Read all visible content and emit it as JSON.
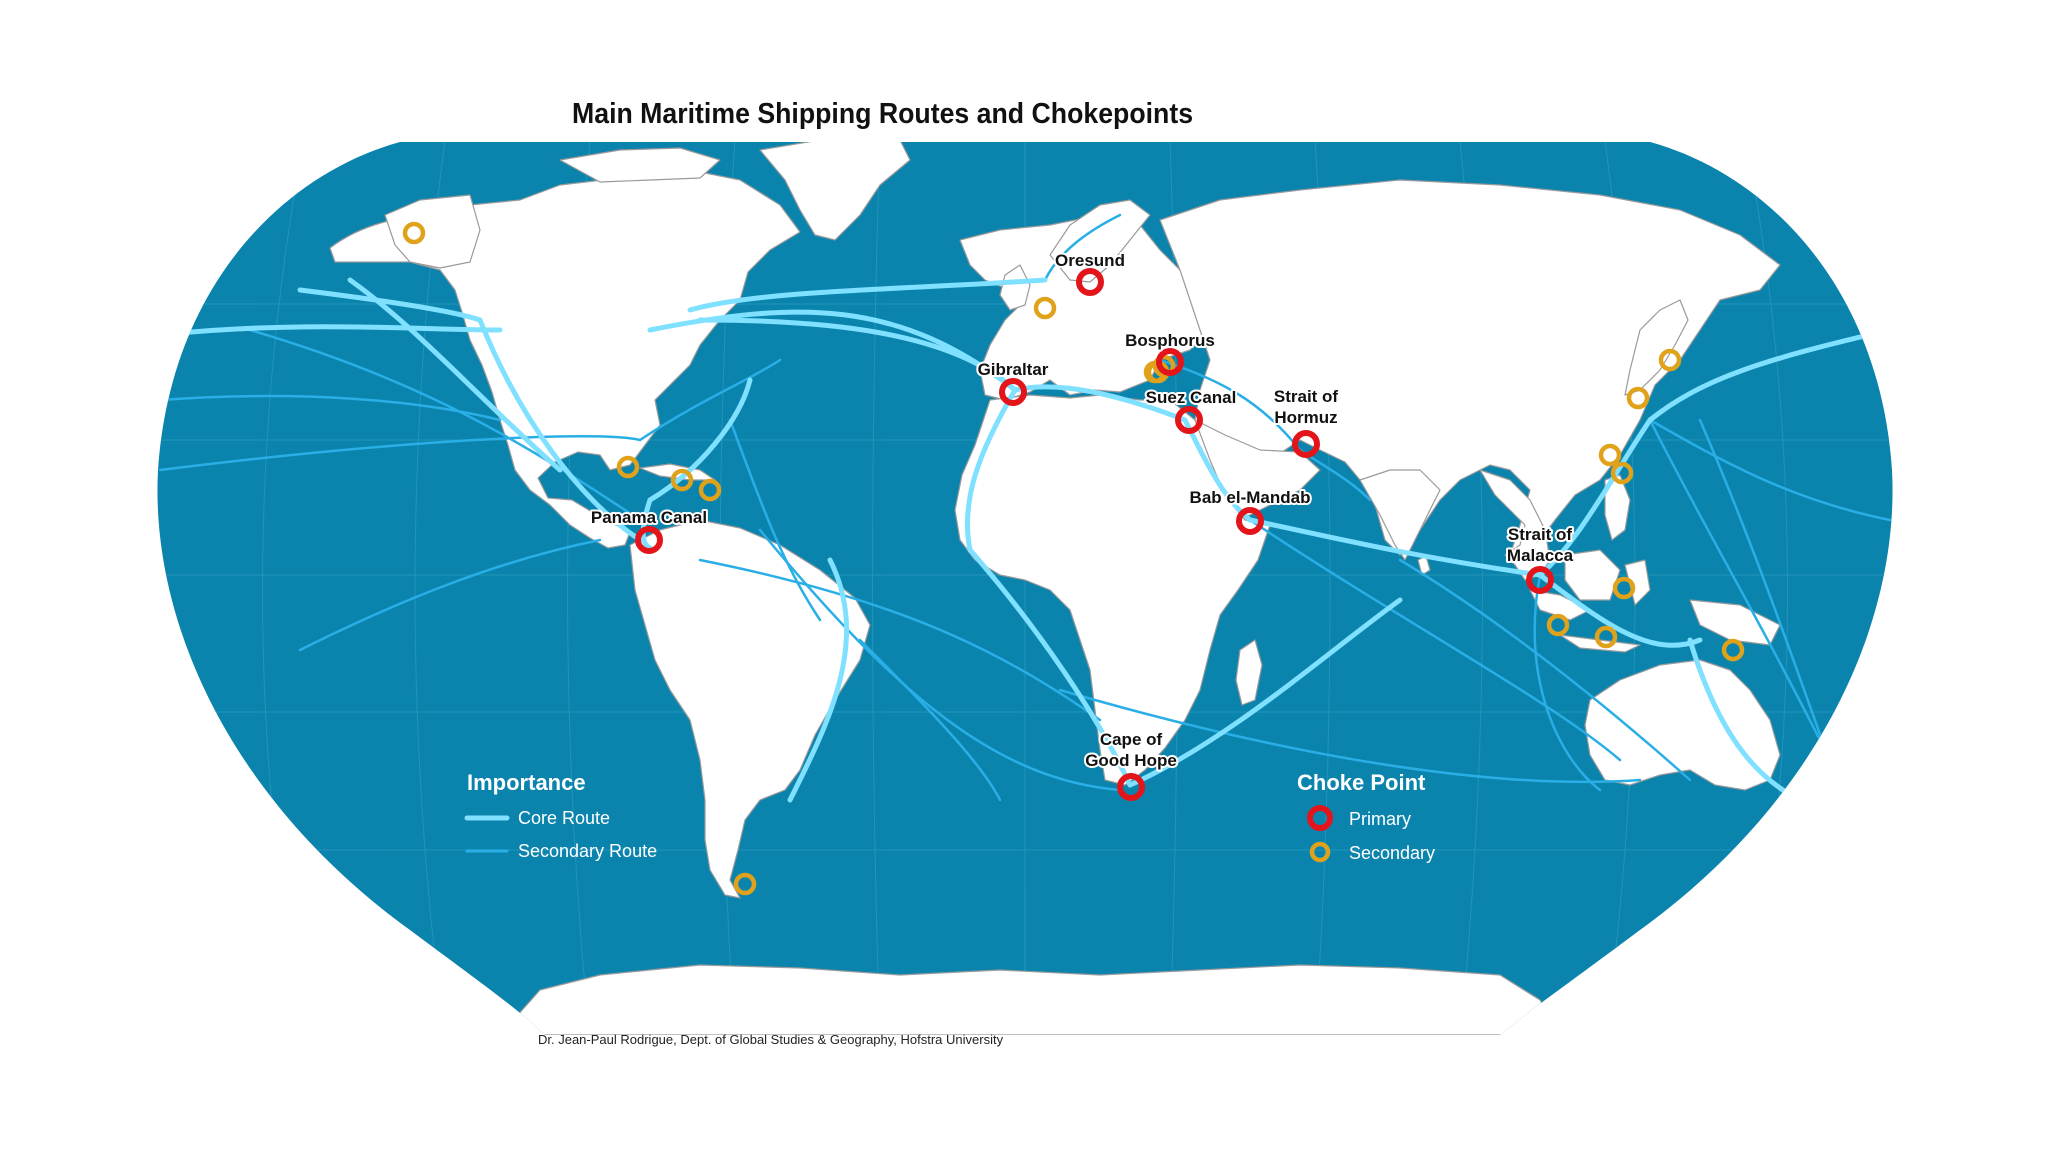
{
  "title": "Main Maritime Shipping Routes and Chokepoints",
  "credit": "Dr. Jean-Paul Rodrigue, Dept. of Global Studies & Geography, Hofstra University",
  "colors": {
    "ocean": "#0b84ad",
    "land": "#ffffff",
    "border": "#9a9a9a",
    "core_route": "#7fe0ff",
    "secondary_route": "#2aaee6",
    "primary": "#e3151a",
    "secondary": "#e0a21a"
  },
  "legend_importance": {
    "title": "Importance",
    "core_label": "Core Route",
    "secondary_label": "Secondary Route"
  },
  "legend_choke": {
    "title": "Choke Point",
    "primary_label": "Primary",
    "secondary_label": "Secondary"
  },
  "primary_chokepoints": [
    {
      "id": "oresund",
      "lines": [
        "Oresund"
      ]
    },
    {
      "id": "bosphorus",
      "lines": [
        "Bosphorus"
      ]
    },
    {
      "id": "gibraltar",
      "lines": [
        "Gibraltar"
      ]
    },
    {
      "id": "suez",
      "lines": [
        "Suez Canal"
      ]
    },
    {
      "id": "hormuz",
      "lines": [
        "Strait of",
        "Hormuz"
      ]
    },
    {
      "id": "mandab",
      "lines": [
        "Bab el-Mandab"
      ]
    },
    {
      "id": "panama",
      "lines": [
        "Panama Canal"
      ]
    },
    {
      "id": "malacca",
      "lines": [
        "Strait of",
        "Malacca"
      ]
    },
    {
      "id": "goodhope",
      "lines": [
        "Cape of",
        "Good Hope"
      ]
    }
  ],
  "secondary_chokepoint_count": 17
}
